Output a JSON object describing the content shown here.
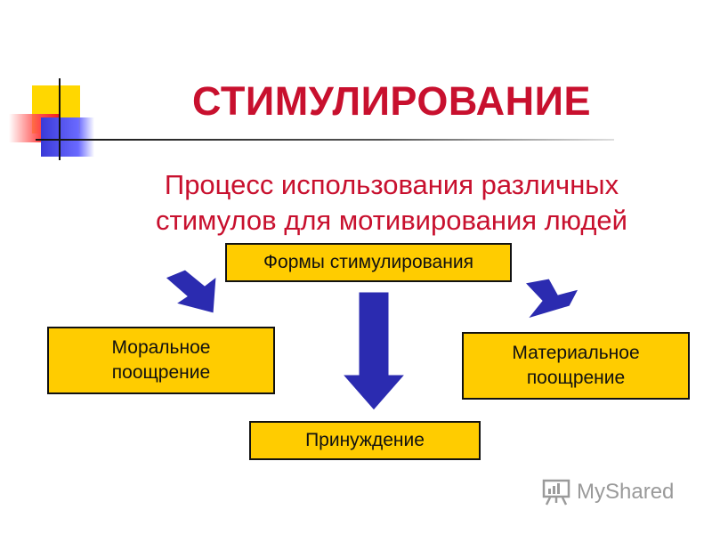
{
  "title": "СТИМУЛИРОВАНИЕ",
  "subtitle": {
    "line1": "Процесс использования различных",
    "line2": "стимулов для мотивирования людей"
  },
  "boxes": {
    "forms": "Формы стимулирования",
    "moral": {
      "line1": "Моральное",
      "line2": "поощрение"
    },
    "material": {
      "line1": "Материальное",
      "line2": "поощрение"
    },
    "coercion": "Принуждение"
  },
  "watermark": {
    "text": "MyShared"
  },
  "colors": {
    "title": "#c8102e",
    "box_fill": "#ffcc00",
    "arrow": "#2b2bb0"
  }
}
